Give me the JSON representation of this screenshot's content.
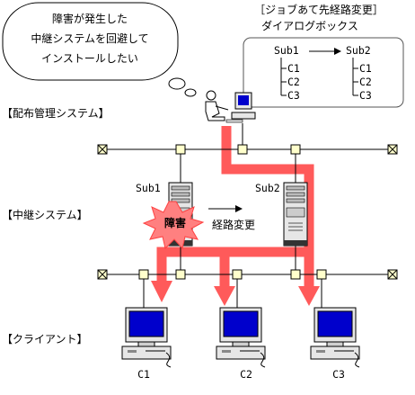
{
  "speech": {
    "line1": "障害が発生した",
    "line2": "中継システムを回避して",
    "line3": "インストールしたい"
  },
  "dialog": {
    "caption1": "［ジョブあて先経路変更］",
    "caption2": "ダイアログボックス",
    "left_root": "Sub1",
    "left_items": [
      "C1",
      "C2",
      "C3"
    ],
    "right_root": "Sub2",
    "right_items": [
      "C1",
      "C2",
      "C3"
    ]
  },
  "tiers": {
    "distribution": "【配布管理システム】",
    "relay": "【中継システム】",
    "client": "【クライアント】"
  },
  "relays": {
    "sub1": "Sub1",
    "sub2": "Sub2"
  },
  "failure_label": "障害",
  "route_change_label": "経路変更",
  "clients": [
    "C1",
    "C2",
    "C3"
  ],
  "colors": {
    "route": "#ff5a5a",
    "failure_burst": "#ff8080",
    "node": "#ffffcc",
    "monitor_screen": "#0000cc"
  }
}
